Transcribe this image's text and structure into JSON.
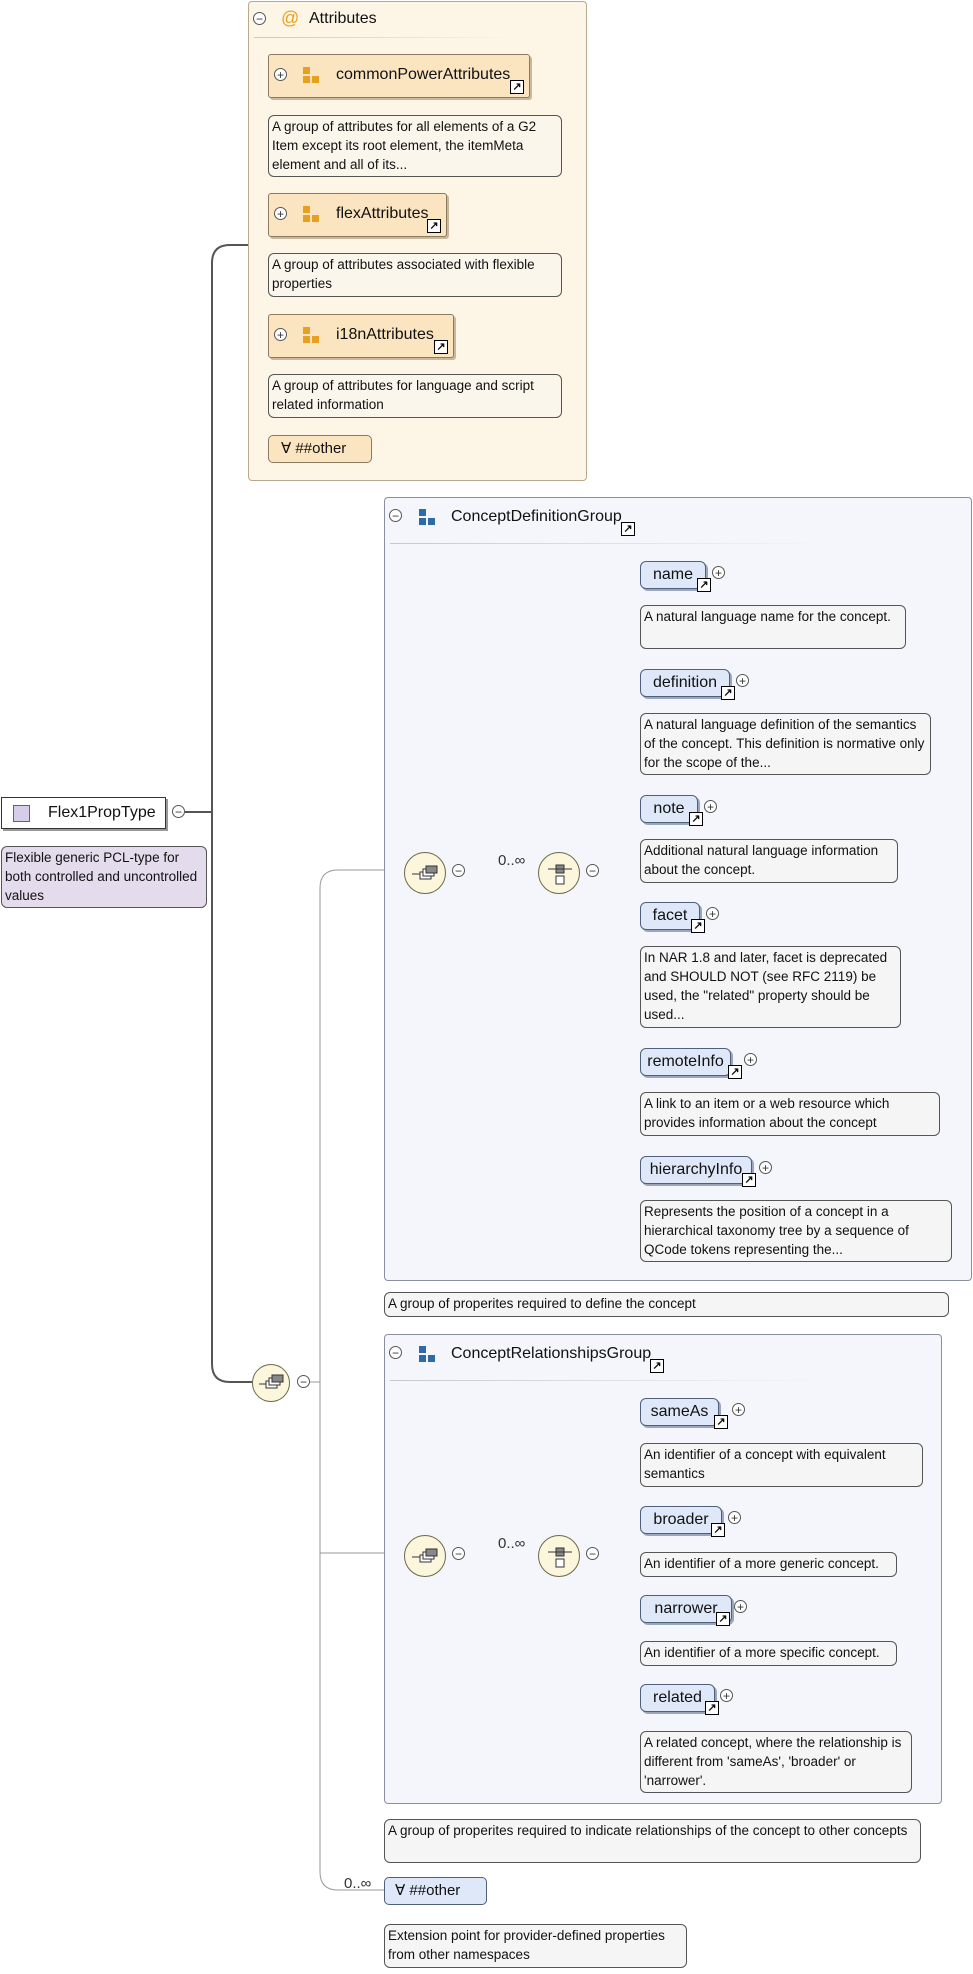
{
  "root": {
    "name": "Flex1PropType",
    "doc": "Flexible generic PCL-type for both controlled and uncontrolled values",
    "icon": "complex-type-icon"
  },
  "attributes": {
    "title": "Attributes",
    "icon": "at-sign-icon",
    "items": [
      {
        "name": "commonPowerAttributes",
        "doc": "A group of attributes for all elements of a G2 Item except its root element, the itemMeta element and all of its..."
      },
      {
        "name": "flexAttributes",
        "doc": "A group of attributes associated with flexible properties"
      },
      {
        "name": "i18nAttributes",
        "doc": "A group of attributes for language and script related information"
      }
    ],
    "any": "∀ ##other"
  },
  "groups": [
    {
      "name": "ConceptDefinitionGroup",
      "doc": "A group of properites required to define the concept",
      "cardinality": "0..∞",
      "elements": [
        {
          "name": "name",
          "doc": "A natural language name for the concept."
        },
        {
          "name": "definition",
          "doc": "A natural language definition of the semantics of the concept. This definition is normative only for the scope of the..."
        },
        {
          "name": "note",
          "doc": "Additional natural language information about the concept."
        },
        {
          "name": "facet",
          "doc": "In NAR 1.8 and later, facet is deprecated and SHOULD NOT (see RFC 2119) be used, the \"related\" property should be used..."
        },
        {
          "name": "remoteInfo",
          "doc": "A link to an item or a web resource which provides information about the concept"
        },
        {
          "name": "hierarchyInfo",
          "doc": "Represents the position of a concept in a hierarchical taxonomy tree by a sequence of QCode tokens representing the..."
        }
      ]
    },
    {
      "name": "ConceptRelationshipsGroup",
      "doc": "A group of properites required to indicate relationships of the concept to other concepts",
      "cardinality": "0..∞",
      "elements": [
        {
          "name": "sameAs",
          "doc": "An identifier of a concept with equivalent semantics"
        },
        {
          "name": "broader",
          "doc": "An identifier of a more generic concept."
        },
        {
          "name": "narrower",
          "doc": "An identifier of a more specific concept."
        },
        {
          "name": "related",
          "doc": "A related concept, where the relationship is different from 'sameAs', 'broader' or 'narrower'."
        }
      ]
    }
  ],
  "any_element": {
    "label": "∀ ##other",
    "cardinality": "0..∞",
    "doc": "Extension point for provider-defined properties from other namespaces"
  },
  "symbols": {
    "collapse": "−",
    "expand": "+",
    "link": "↗"
  }
}
